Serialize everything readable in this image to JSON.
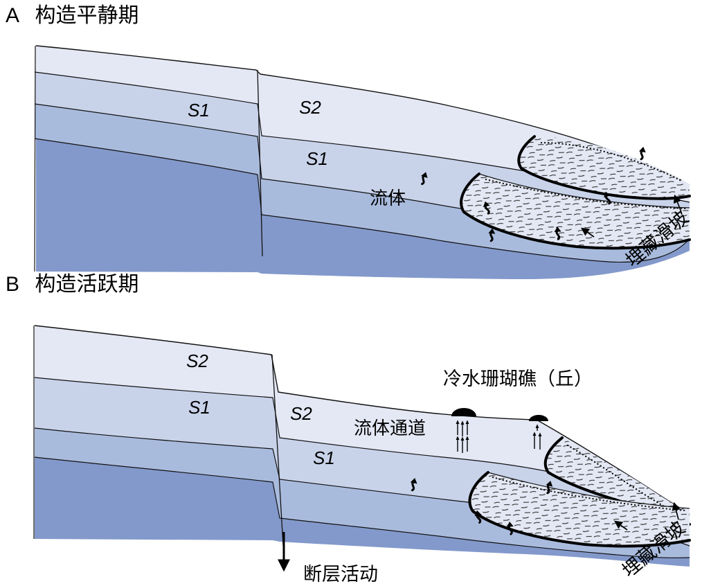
{
  "figure": {
    "colors": {
      "layer_top": "#e4e8f4",
      "layer_s1": "#c8d3ea",
      "layer_mid": "#a9bbdd",
      "layer_dark": "#8399cb"
    },
    "panel_a": {
      "letter": "A",
      "title": "构造平静期",
      "label_s1_left": "S1",
      "label_s2": "S2",
      "label_s1_right": "S1",
      "label_fluid": "流体",
      "label_buried_landslide": "埋藏滑坡"
    },
    "panel_b": {
      "letter": "B",
      "title": "构造活跃期",
      "label_s2_left": "S2",
      "label_s1_left": "S1",
      "label_s2_right": "S2",
      "label_s1_right": "S1",
      "label_coral_reef": "冷水珊瑚礁（丘）",
      "label_fluid_channel": "流体通道",
      "label_fault_activity": "断层活动",
      "label_buried_landslide": "埋藏滑坡"
    }
  }
}
